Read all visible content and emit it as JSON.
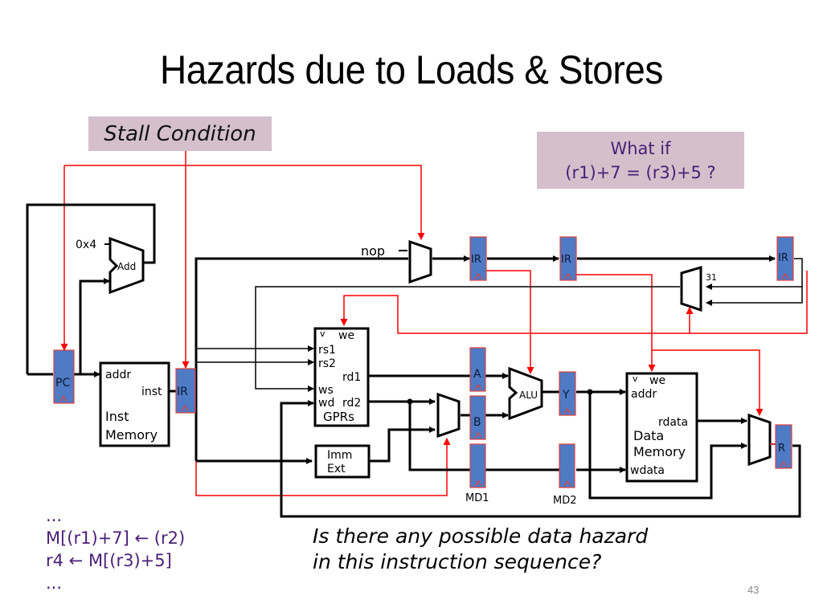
{
  "slide": {
    "title": "Hazards due to Loads & Stores",
    "page_number": "43",
    "stall_condition_label": "Stall Condition",
    "what_if": {
      "line1": "What if",
      "line2": "(r1)+7 = (r3)+5 ?"
    },
    "instruction_sequence": [
      "...",
      "M[(r1)+7] ← (r2)",
      "r4 ← M[(r3)+5]",
      "..."
    ],
    "question": {
      "line1": "Is there any possible data hazard",
      "line2": "in this instruction sequence?"
    }
  },
  "colors": {
    "register_fill": "#4f7ac4",
    "register_border": "#e04040",
    "control_wire": "#ff0000",
    "data_wire": "#000000",
    "callout_bg": "#d4bfcb",
    "callout_text": "#4a1f78"
  },
  "diagram": {
    "constant_label": "0x4",
    "adder_label": "Add",
    "pc_label": "PC",
    "inst_memory": {
      "port_addr": "addr",
      "port_inst": "inst",
      "name_line1": "Inst",
      "name_line2": "Memory"
    },
    "nop_label": "nop",
    "ir_labels": [
      "IR",
      "IR",
      "IR",
      "IR"
    ],
    "gprs": {
      "port_we": "we",
      "port_rs1": "rs1",
      "port_rs2": "rs2",
      "port_rd1": "rd1",
      "port_ws": "ws",
      "port_wd": "wd",
      "port_rd2": "rd2",
      "name": "GPRs",
      "clock_mark": "v"
    },
    "imm_ext": {
      "line1": "Imm",
      "line2": "Ext"
    },
    "reg_a": "A",
    "reg_b": "B",
    "reg_md1": "MD1",
    "alu_label": "ALU",
    "reg_y": "Y",
    "reg_md2": "MD2",
    "data_memory": {
      "port_we": "we",
      "port_addr": "addr",
      "port_rdata": "rdata",
      "name_line1": "Data",
      "name_line2": "Memory",
      "port_wdata": "wdata",
      "clock_mark": "v"
    },
    "reg_r": "R",
    "wb_mux_const": "31",
    "clock_glyph": "^"
  }
}
